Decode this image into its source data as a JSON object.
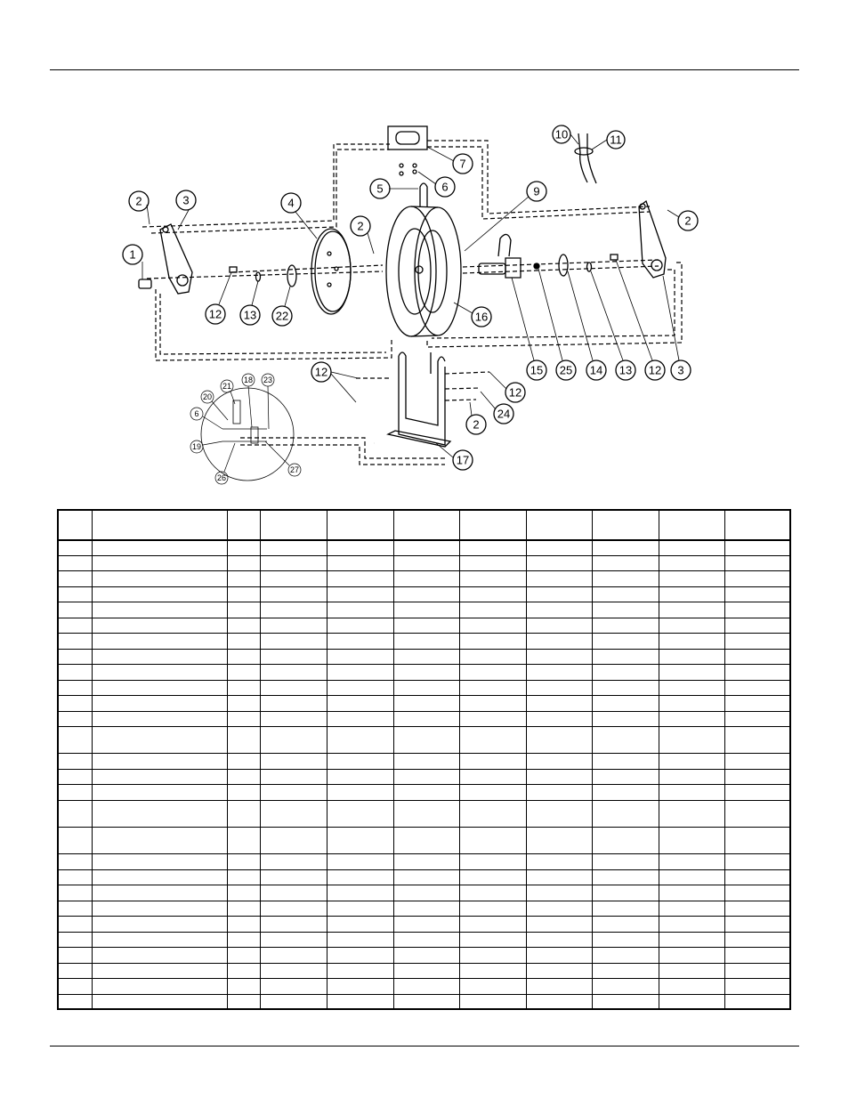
{
  "callouts": {
    "c1": "1",
    "c2a": "2",
    "c2b": "2",
    "c2c": "2",
    "c2d": "2",
    "c3a": "3",
    "c3b": "3",
    "c4": "4",
    "c5": "5",
    "c6": "6",
    "c7": "7",
    "c9": "9",
    "c10": "10",
    "c11": "11",
    "c12a": "12",
    "c12b": "12",
    "c12c": "12",
    "c12d": "12",
    "c13a": "13",
    "c13b": "13",
    "c14": "14",
    "c15": "15",
    "c16": "16",
    "c17": "17",
    "c22": "22",
    "c24": "24",
    "c25": "25",
    "d18": "18",
    "d19": "19",
    "d20": "20",
    "d21": "21",
    "d6": "6",
    "d23": "23",
    "d26": "26",
    "d27": "27"
  },
  "table": {
    "columns": 11,
    "body_rows": 28
  }
}
